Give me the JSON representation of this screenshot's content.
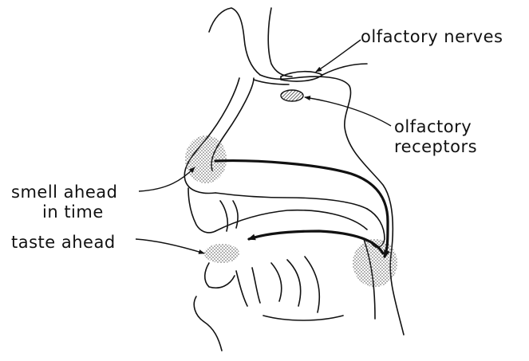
{
  "labels": {
    "olfactory_nerves": "olfactory nerves",
    "olfactory_receptors_line1": "olfactory",
    "olfactory_receptors_line2": "receptors",
    "smell_ahead_line1": "smell ahead",
    "smell_ahead_line2": "in time",
    "taste_ahead": "taste ahead"
  },
  "colors": {
    "ink": "#111111",
    "stipple": "#555555",
    "background": "#ffffff"
  }
}
